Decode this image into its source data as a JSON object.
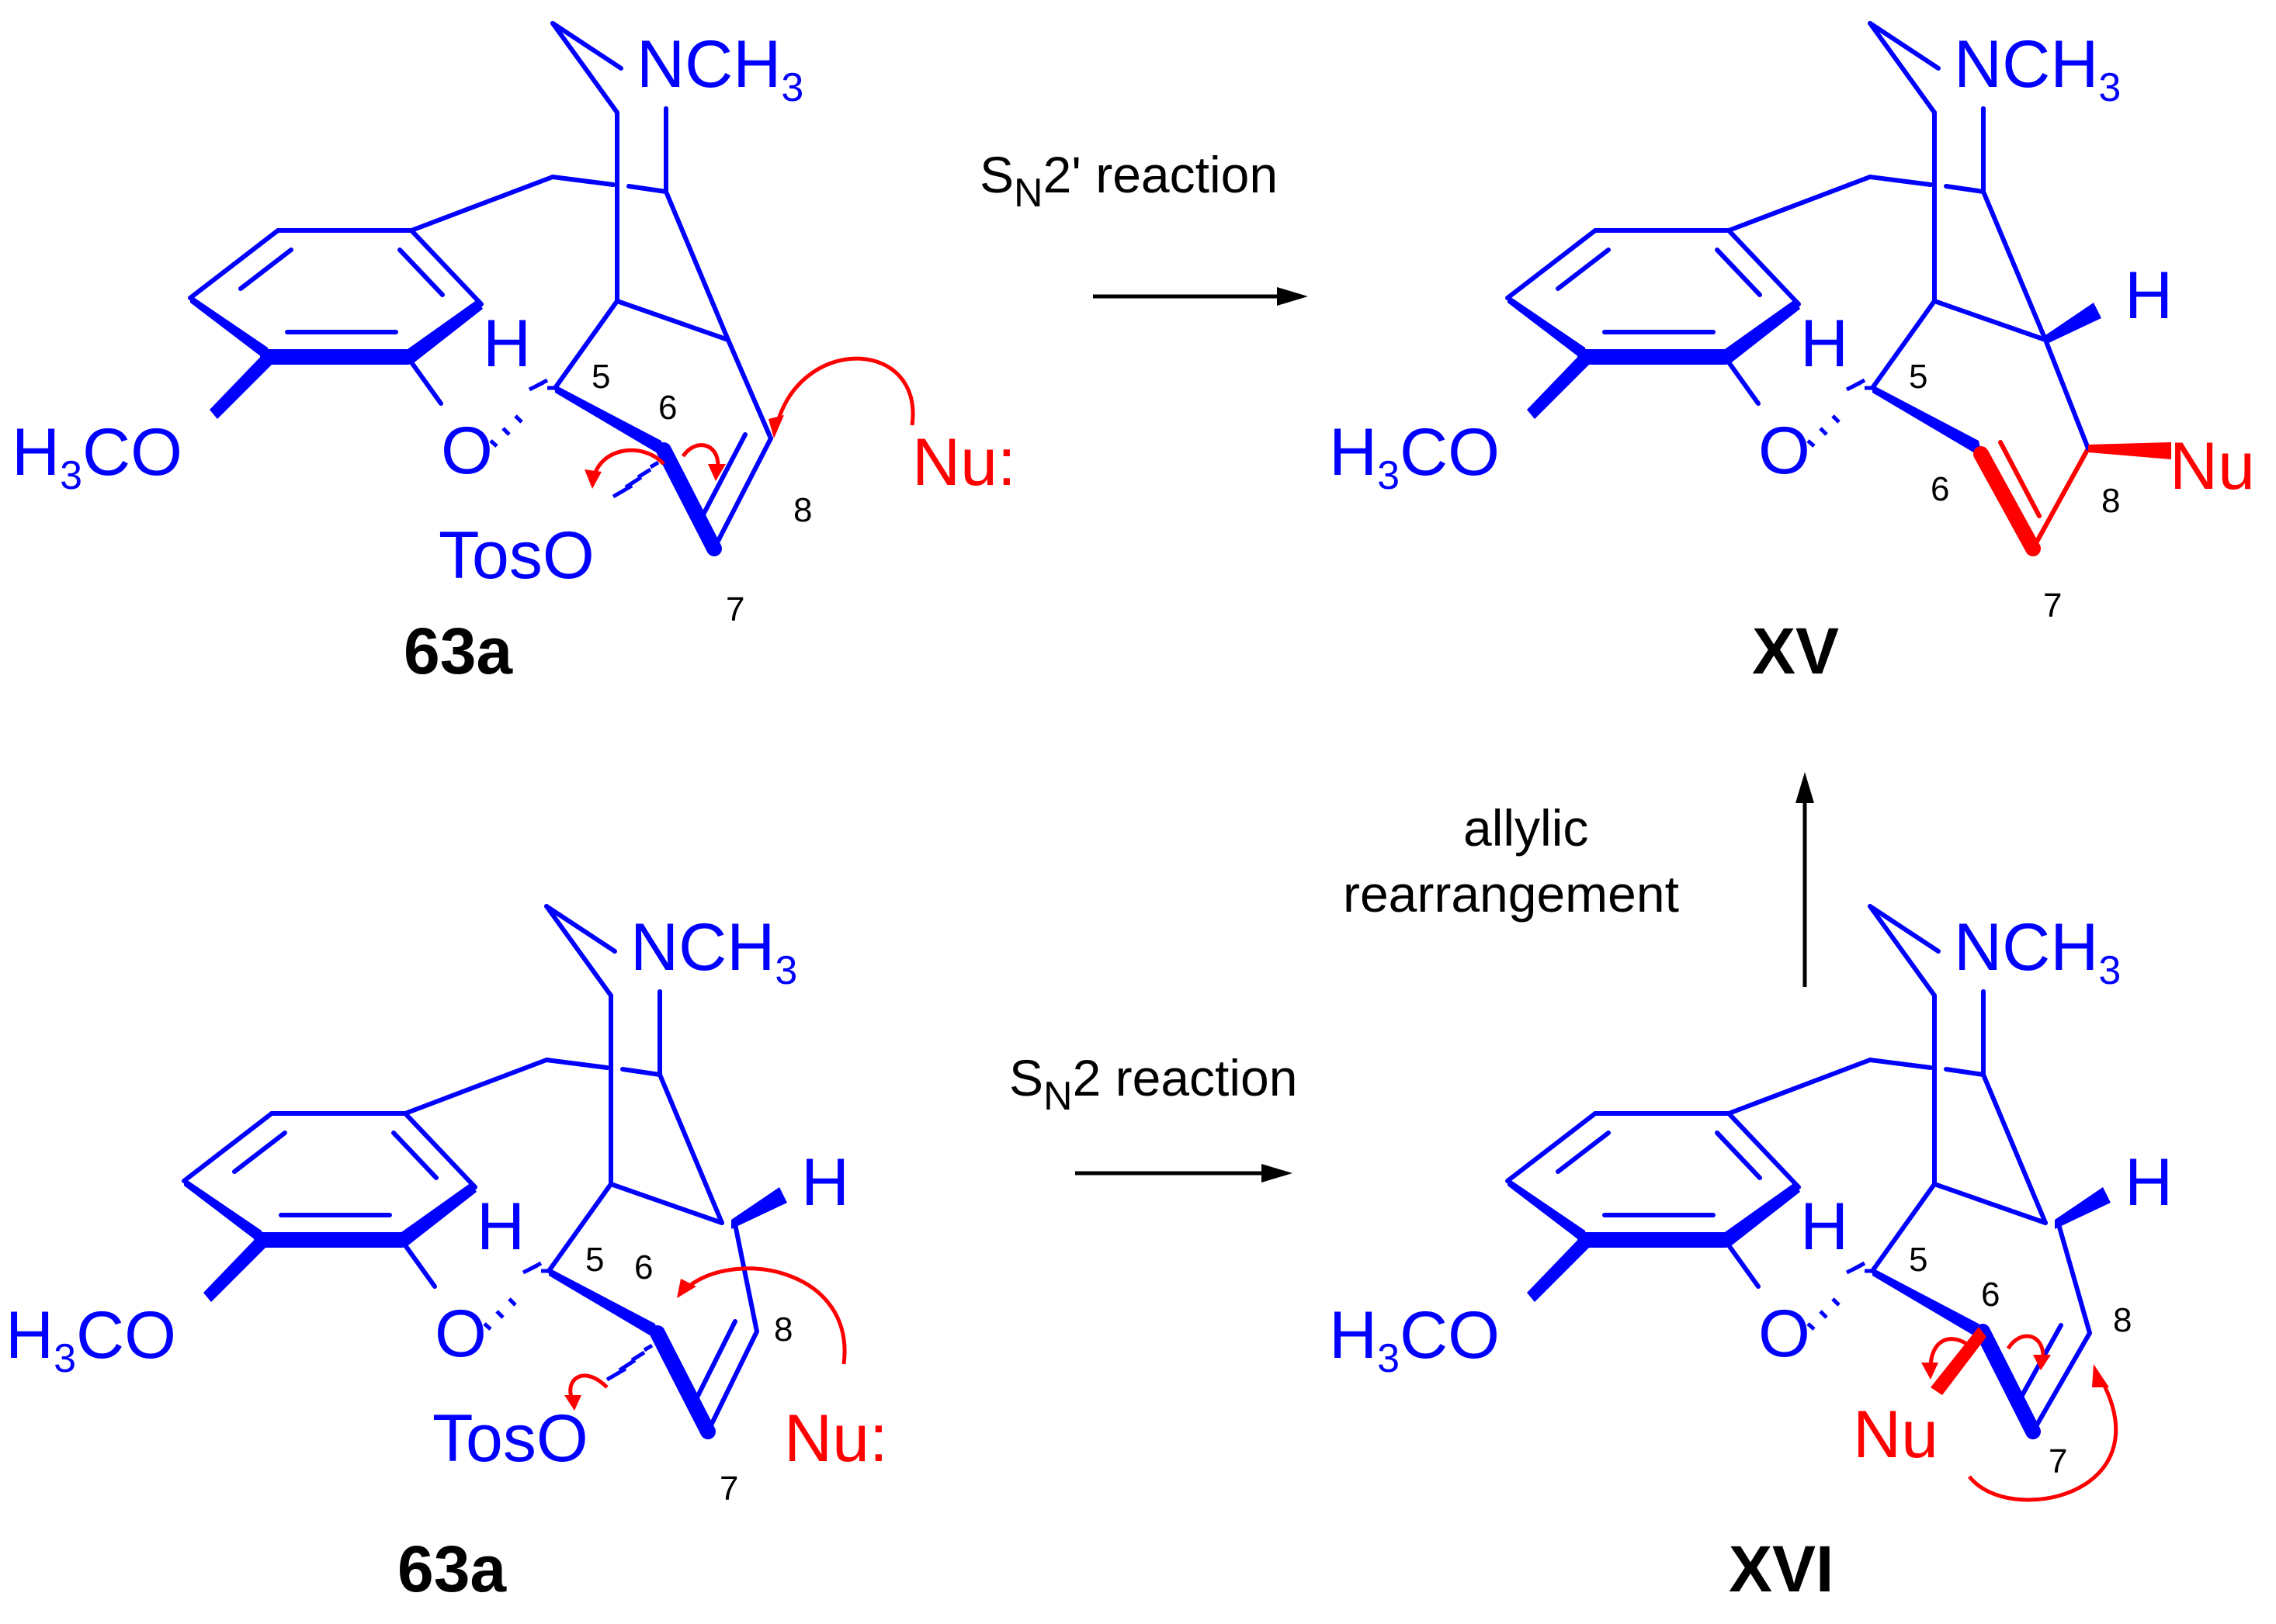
{
  "colors": {
    "skeleton": "#0000ff",
    "reactive": "#ff0000",
    "text": "#000000"
  },
  "molecules": {
    "top_left": {
      "compound": "63a",
      "n_methyl": "NCH3",
      "methoxy": "H3CO",
      "oxygen": "O",
      "hydrogen": "H",
      "tos": "TosO",
      "nucleophile": "Nu:",
      "c5": "5",
      "c6": "6",
      "c7": "7",
      "c8": "8"
    },
    "top_right": {
      "compound": "XV",
      "n_methyl": "NCH3",
      "methoxy": "H3CO",
      "oxygen": "O",
      "hydrogen": "H",
      "hydrogen_c8": "H",
      "nucleophile": "Nu",
      "c5": "5",
      "c6": "6",
      "c7": "7",
      "c8": "8"
    },
    "bottom_left": {
      "compound": "63a",
      "n_methyl": "NCH3",
      "methoxy": "H3CO",
      "oxygen": "O",
      "hydrogen": "H",
      "hydrogen_c14": "H",
      "tos": "TosO",
      "nucleophile": "Nu:",
      "c5": "5",
      "c6": "6",
      "c7": "7",
      "c8": "8"
    },
    "bottom_right": {
      "compound": "XVI",
      "n_methyl": "NCH3",
      "methoxy": "H3CO",
      "oxygen": "O",
      "hydrogen": "H",
      "hydrogen_c14": "H",
      "nucleophile": "Nu",
      "c5": "5",
      "c6": "6",
      "c7": "7",
      "c8": "8"
    }
  },
  "reactions": {
    "sn2prime": {
      "main": "S",
      "sub": "N",
      "rest": "2' reaction"
    },
    "sn2": {
      "main": "S",
      "sub": "N",
      "rest": "2 reaction"
    },
    "allylic": {
      "line1": "allylic",
      "line2": "rearrangement"
    }
  }
}
